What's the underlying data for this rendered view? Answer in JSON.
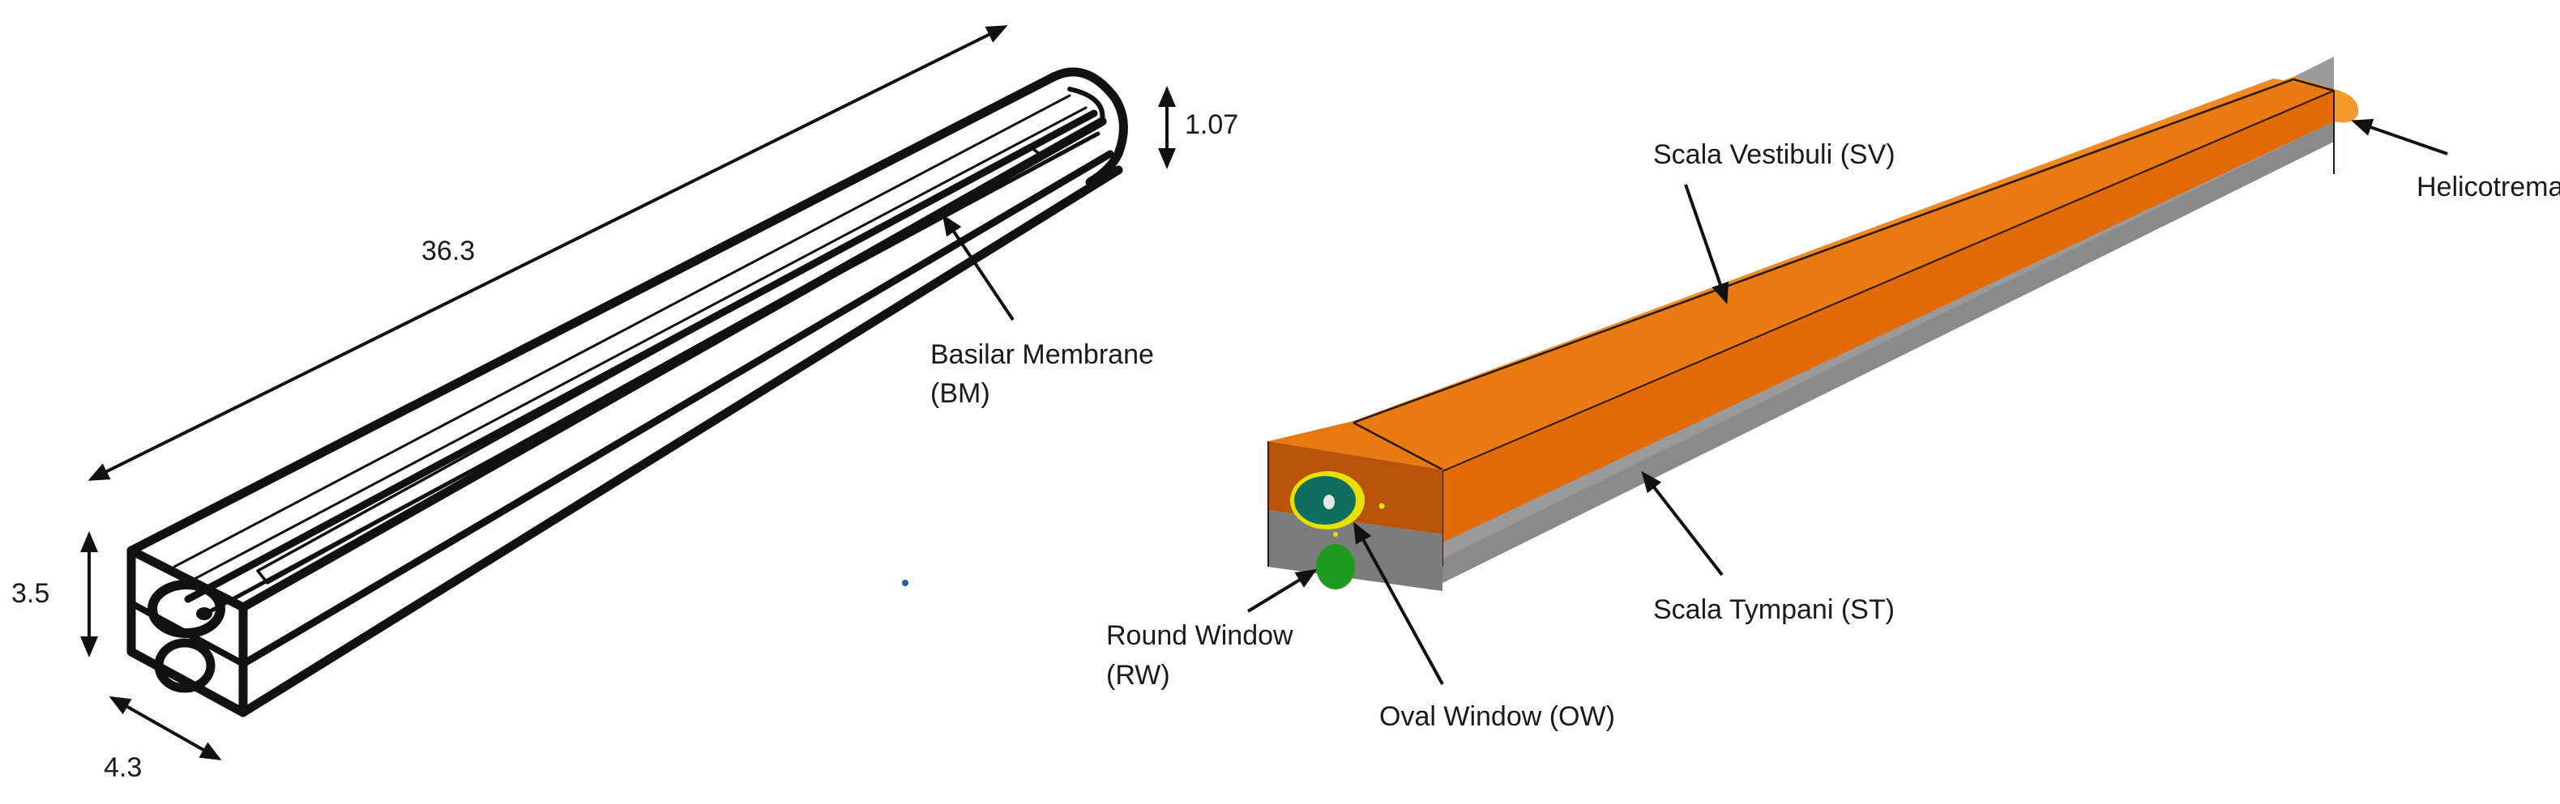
{
  "left_model": {
    "dimensions": {
      "length": "36.3",
      "height": "3.5",
      "width": "4.3",
      "bm_offset": "1.07"
    },
    "bm_label_line1": "Basilar Membrane",
    "bm_label_line2": "(BM)"
  },
  "right_model": {
    "scala_vestibuli": "Scala Vestibuli (SV)",
    "scala_tympani": "Scala Tympani (ST)",
    "helicotrema": "Helicotrema",
    "round_window_line1": "Round Window",
    "round_window_line2": "(RW)",
    "oval_window": "Oval Window (OW)"
  },
  "colors": {
    "outline": "#111111",
    "sv_orange": "#e26a08",
    "sv_orange_dark": "#b9530a",
    "st_gray": "#9a9a9a",
    "st_gray_dark": "#7c7c7c",
    "oval_window_teal": "#0f6e5e",
    "oval_window_rim": "#e8e000",
    "round_window_green": "#1f9a1f"
  }
}
